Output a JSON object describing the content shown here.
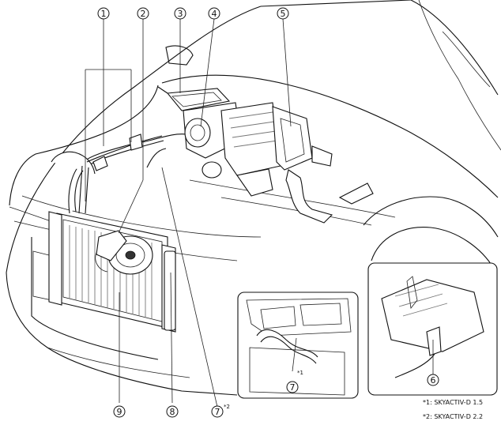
{
  "callouts": [
    {
      "number": "1"
    },
    {
      "number": "2"
    },
    {
      "number": "3"
    },
    {
      "number": "4"
    },
    {
      "number": "5"
    },
    {
      "number": "6"
    },
    {
      "number": "7",
      "mark": "*1"
    },
    {
      "number": "7",
      "mark": "*2"
    },
    {
      "number": "8"
    },
    {
      "number": "9"
    }
  ],
  "footnotes": [
    {
      "mark": "*1",
      "text": ": SKYACTIV-D 1.5"
    },
    {
      "mark": "*2",
      "text": ": SKYACTIV-D 2.2"
    }
  ]
}
